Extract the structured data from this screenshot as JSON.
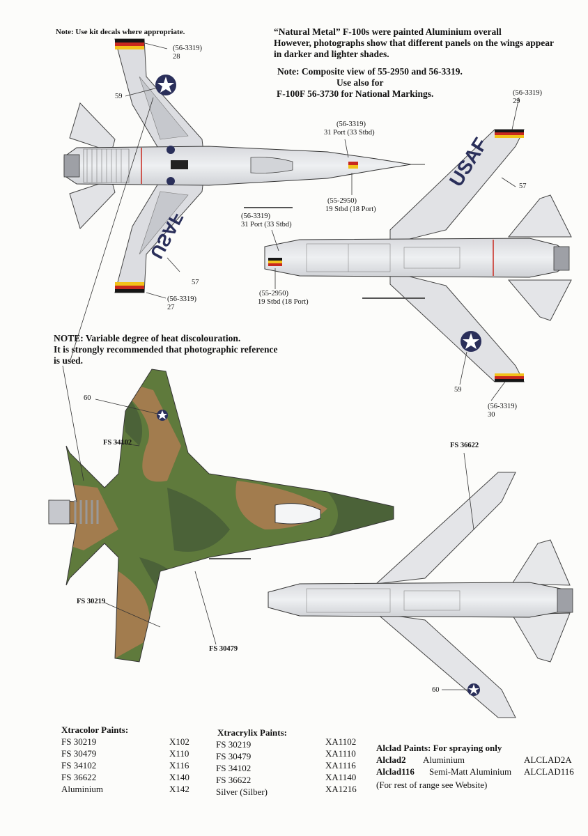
{
  "colors": {
    "metal_light": "#e6e7ea",
    "metal_mid": "#c9cbd0",
    "metal_dark": "#9a9ca3",
    "fs34102": "#5f7a3c",
    "fs30219": "#a27c4e",
    "fs30479": "#4b6238",
    "insignia_blue": "#2a2f5a",
    "stripe_red": "#c8281e",
    "stripe_yellow": "#f2c21a",
    "stripe_black": "#151515"
  },
  "notes": {
    "kit_decals": "Note: Use kit decals where appropriate.",
    "natural_metal_1": "“Natural Metal” F-100s were painted Aluminium overall",
    "natural_metal_2": "However, photographs show that different panels on the wings appear",
    "natural_metal_3": "in darker and lighter shades.",
    "composite_1": "Note: Composite view of 55-2950 and 56-3319.",
    "composite_2": "Use also for",
    "composite_3": "F-100F 56-3730 for National Markings.",
    "heat_1": "NOTE: Variable degree of heat discolouration.",
    "heat_2": "It is strongly recommended that photographic reference",
    "heat_3": "is used."
  },
  "callouts": {
    "top_left_tip_serial": "(56-3319)",
    "top_left_tip_num": "28",
    "top_left_insignia": "59",
    "top_left_usaf": "57",
    "bottom_left_tip_serial": "(56-3319)",
    "bottom_left_tip_num": "27",
    "top_mid_serial": "(56-3319)",
    "top_mid_num": "31 Port (33 Stbd)",
    "mid_serial_a": "(55-2950)",
    "mid_num_a": "19 Stbd (18 Port)",
    "right_tip_serial": "(56-3319)",
    "right_tip_num": "29",
    "right_usaf": "57",
    "left_nose_serial": "(56-3319)",
    "left_nose_num": "31 Port (33 Stbd)",
    "left_nose_serial_b": "(55-2950)",
    "left_nose_num_b": "19 Stbd (18 Port)",
    "right_insignia": "59",
    "right_bottom_serial": "(56-3319)",
    "right_bottom_num": "30",
    "camo_insignia": "60",
    "fs34102": "FS 34102",
    "fs30219": "FS 30219",
    "fs30479": "FS 30479",
    "fs36622": "FS 36622",
    "under_insignia": "60"
  },
  "usaf_text": "USAF",
  "paints": {
    "xtracolor": {
      "title": "Xtracolor Paints:",
      "rows": [
        {
          "name": "FS 30219",
          "code": "X102"
        },
        {
          "name": "FS 30479",
          "code": "X110"
        },
        {
          "name": "FS 34102",
          "code": "X116"
        },
        {
          "name": "FS 36622",
          "code": "X140"
        },
        {
          "name": "Aluminium",
          "code": "X142"
        }
      ]
    },
    "xtracrylix": {
      "title": "Xtracrylix Paints:",
      "rows": [
        {
          "name": "FS 30219",
          "code": "XA1102"
        },
        {
          "name": "FS 30479",
          "code": "XA1110"
        },
        {
          "name": "FS 34102",
          "code": "XA1116"
        },
        {
          "name": "FS 36622",
          "code": "XA1140"
        },
        {
          "name": "Silver (Silber)",
          "code": "XA1216"
        }
      ]
    },
    "alclad": {
      "title": "Alclad Paints: For spraying only",
      "rows": [
        {
          "brand": "Alclad2",
          "name": "Aluminium",
          "code": "ALCLAD2A"
        },
        {
          "brand": "Alclad116",
          "name": "Semi-Matt Aluminium",
          "code": "ALCLAD116"
        }
      ],
      "footer": "(For rest of range see Website)"
    }
  }
}
